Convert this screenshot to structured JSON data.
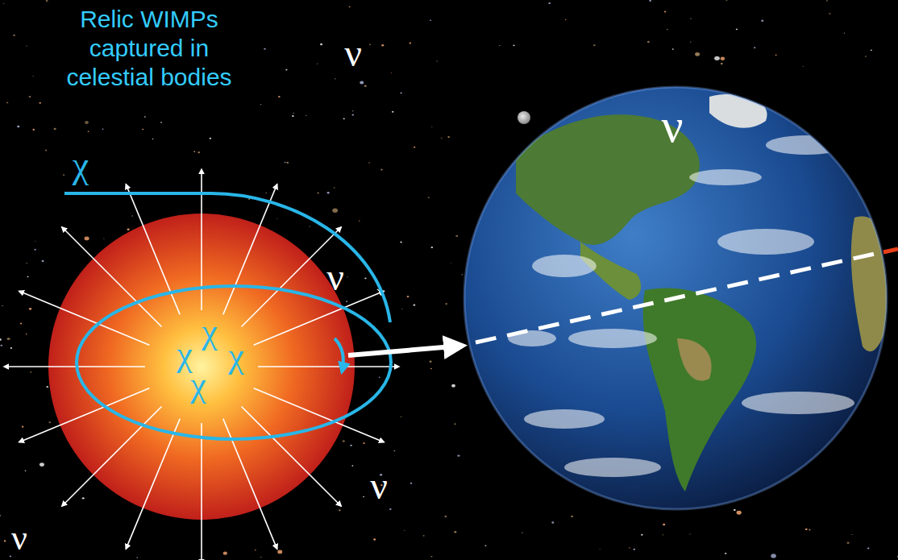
{
  "diagram": {
    "nodes": [
      {
        "text": [
          "Relic WIMPs captured in celestial bodies"
        ]
      }
    ],
    "labels": [
      "χ",
      "χ",
      "χ",
      "χ",
      "χ",
      "ν",
      "ν",
      "ν",
      "ν",
      "ν"
    ]
  }
}
